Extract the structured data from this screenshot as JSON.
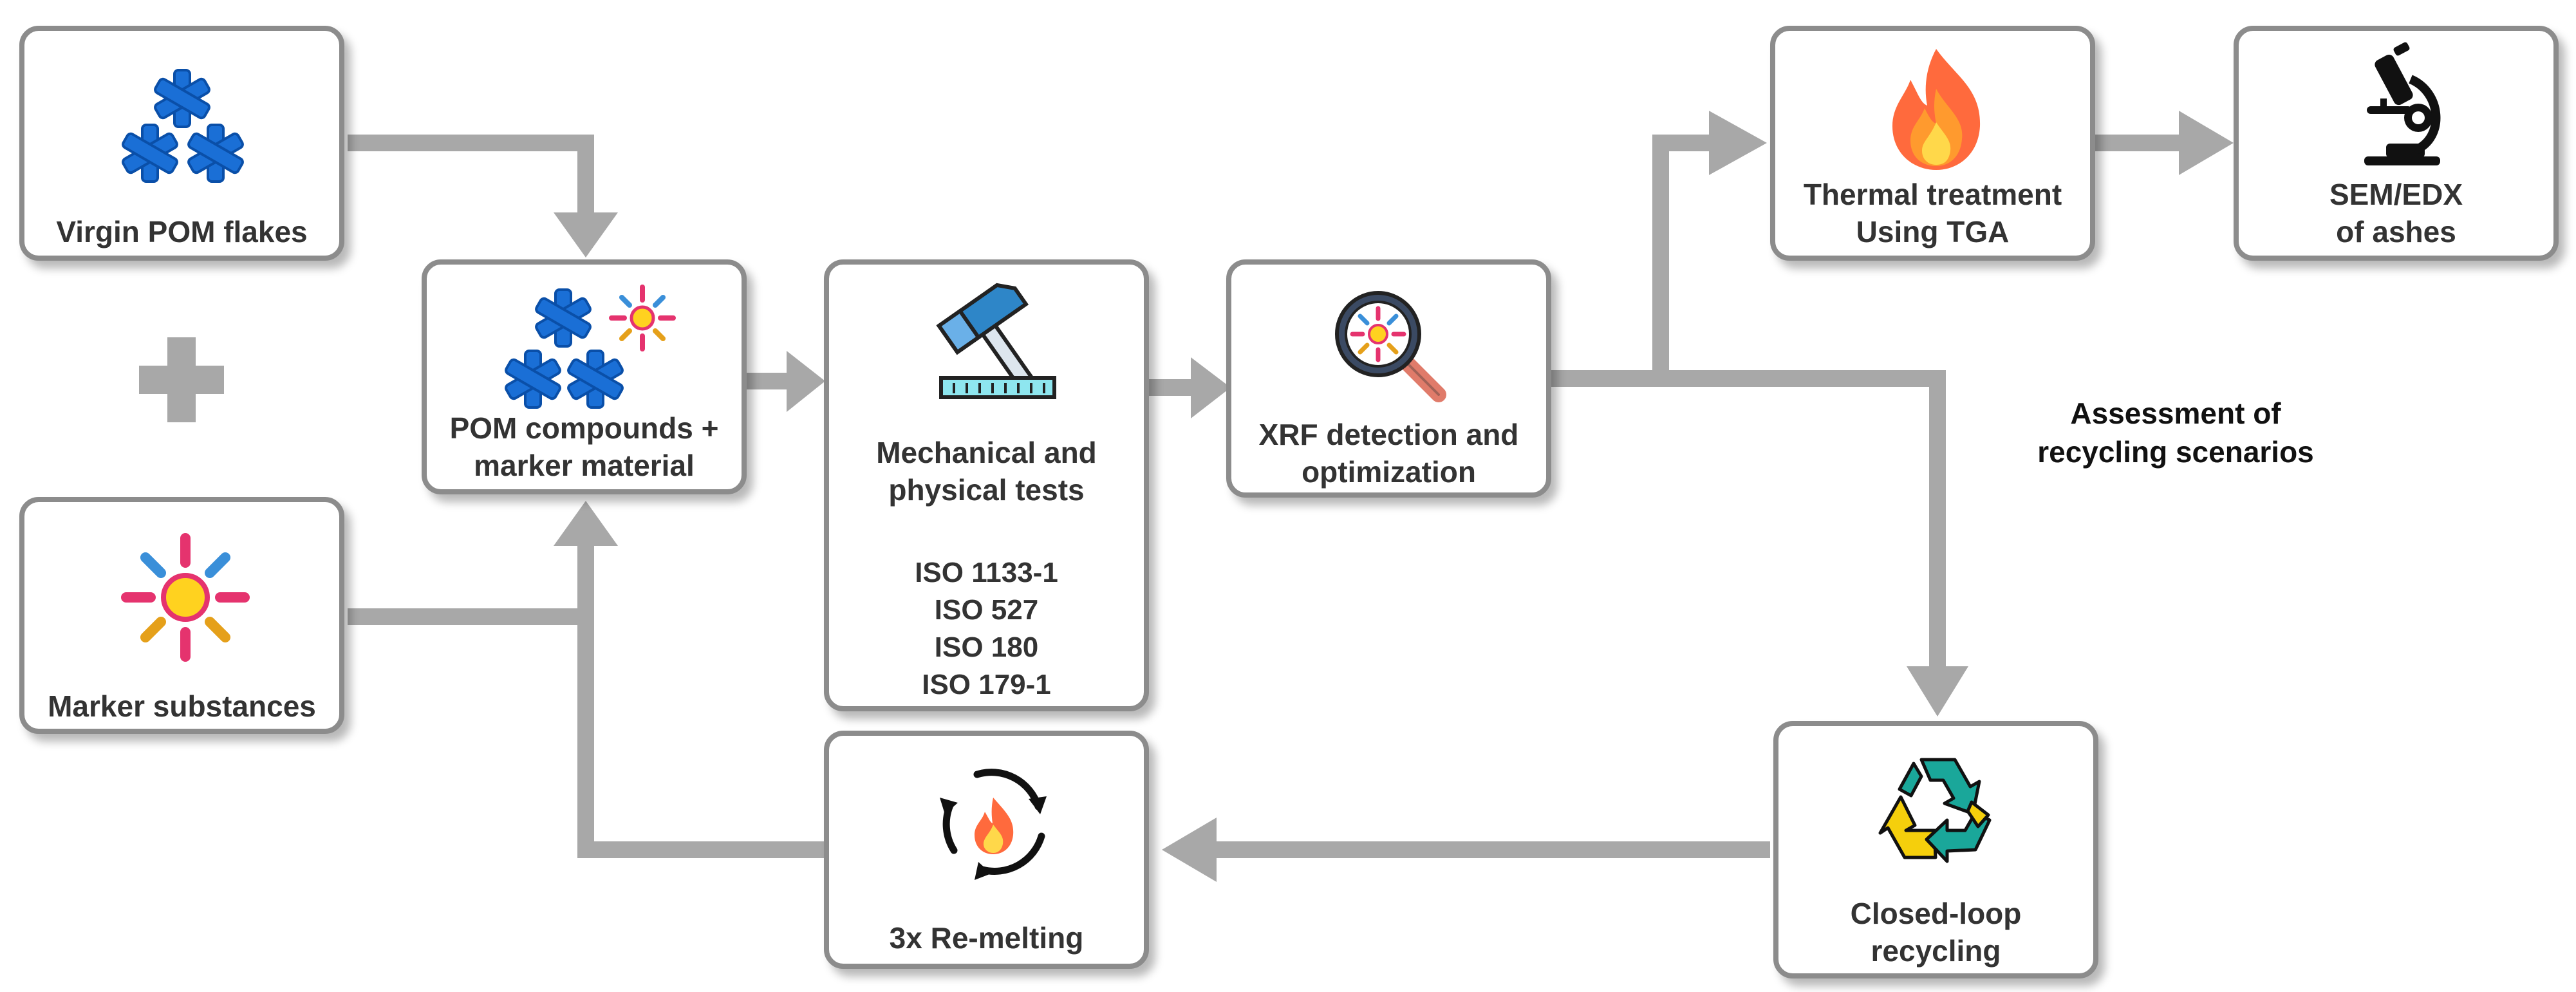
{
  "nodes": {
    "virgin": {
      "lines": [
        "Virgin POM flakes"
      ]
    },
    "marker": {
      "lines": [
        "Marker substances"
      ]
    },
    "compounds": {
      "lines": [
        "POM compounds +",
        "marker material"
      ]
    },
    "mechanical": {
      "lines": [
        "Mechanical and",
        "physical tests"
      ],
      "standards": [
        "ISO 1133-1",
        "ISO 527",
        "ISO 180",
        "ISO 179-1"
      ]
    },
    "xrf": {
      "lines": [
        "XRF detection and",
        "optimization"
      ]
    },
    "thermal": {
      "lines": [
        "Thermal treatment",
        "Using TGA"
      ]
    },
    "sem": {
      "lines": [
        "SEM/EDX",
        "of ashes"
      ]
    },
    "remelt": {
      "lines": [
        "3x Re-melting"
      ]
    },
    "closed": {
      "lines": [
        "Closed-loop",
        "recycling"
      ]
    }
  },
  "annotation": {
    "lines": [
      "Assessment of",
      "recycling scenarios"
    ]
  },
  "icons": {
    "virgin": "pom-flakes-icon",
    "plus": "plus-icon",
    "marker": "marker-sun-icon",
    "compounds": "pom-marker-compound-icon",
    "mechanical": "hammer-icon",
    "xrf": "magnifier-icon",
    "thermal": "flame-icon",
    "sem": "microscope-icon",
    "remelt": "remelting-cycle-icon",
    "closed": "recycle-icon"
  },
  "colors": {
    "box_border": "#8c8c8c",
    "arrow": "#a8a8a8",
    "label_text": "#333333",
    "flake_blue": "#1a6fd6",
    "marker_yellow": "#ffd21f",
    "marker_pink": "#e5336e",
    "marker_blue": "#3a8fd9",
    "flame_orange": "#ff6a3d",
    "recycle_teal": "#1aa79a",
    "recycle_yellow": "#f5cf0c"
  }
}
